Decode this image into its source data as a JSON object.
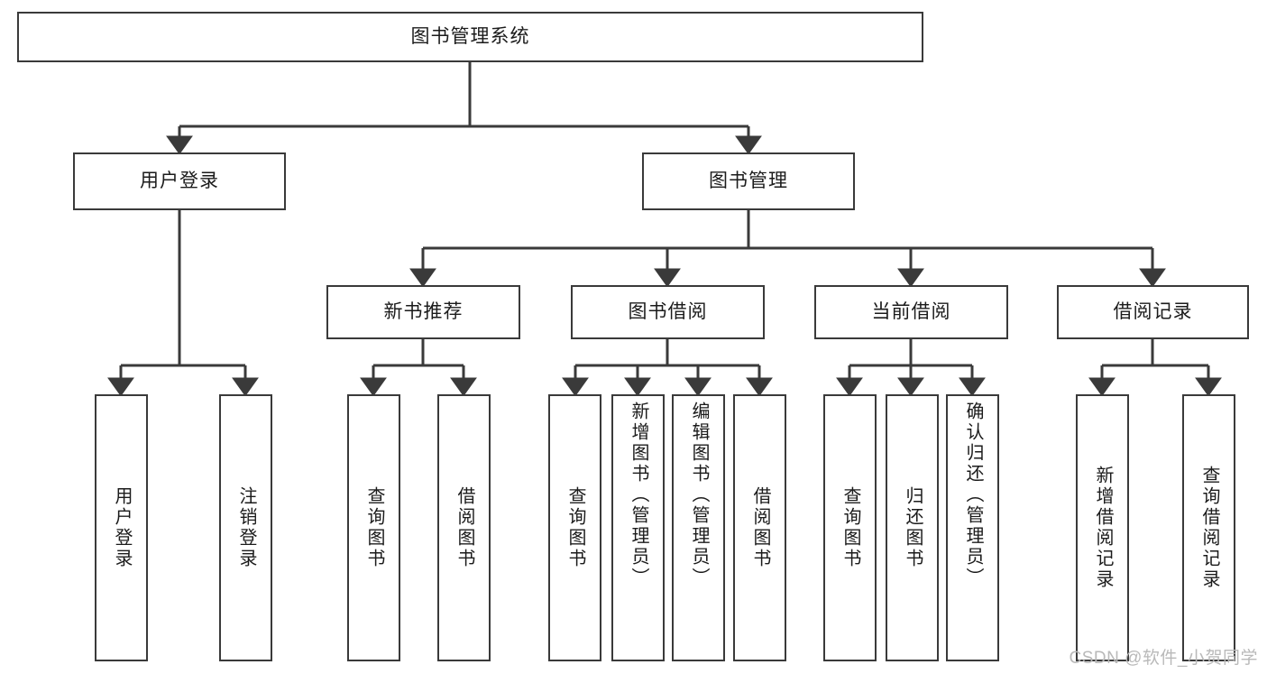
{
  "diagram": {
    "title_node": {
      "label": "图书管理系统"
    },
    "level2": [
      {
        "label": "用户登录"
      },
      {
        "label": "图书管理"
      }
    ],
    "level3": [
      {
        "label": "新书推荐"
      },
      {
        "label": "图书借阅"
      },
      {
        "label": "当前借阅"
      },
      {
        "label": "借阅记录"
      }
    ],
    "leaves": {
      "user_login": [
        {
          "label": "用户登录"
        },
        {
          "label": "注销登录"
        }
      ],
      "new_book_rec": [
        {
          "label": "查询图书"
        },
        {
          "label": "借阅图书"
        }
      ],
      "book_borrow": [
        {
          "label": "查询图书"
        },
        {
          "label": "新增图书（管理员）"
        },
        {
          "label": "编辑图书（管理员）"
        },
        {
          "label": "借阅图书"
        }
      ],
      "current_borrow": [
        {
          "label": "查询图书"
        },
        {
          "label": "归还图书"
        },
        {
          "label": "确认归还（管理员）"
        }
      ],
      "borrow_record": [
        {
          "label": "新增借阅记录"
        },
        {
          "label": "查询借阅记录"
        }
      ]
    }
  },
  "watermark": {
    "text": "CSDN @软件_小贺同学"
  },
  "colors": {
    "border": "#3a3a3a",
    "text": "#1b1b1b",
    "background": "#ffffff",
    "watermark": "#b9b9b9"
  }
}
